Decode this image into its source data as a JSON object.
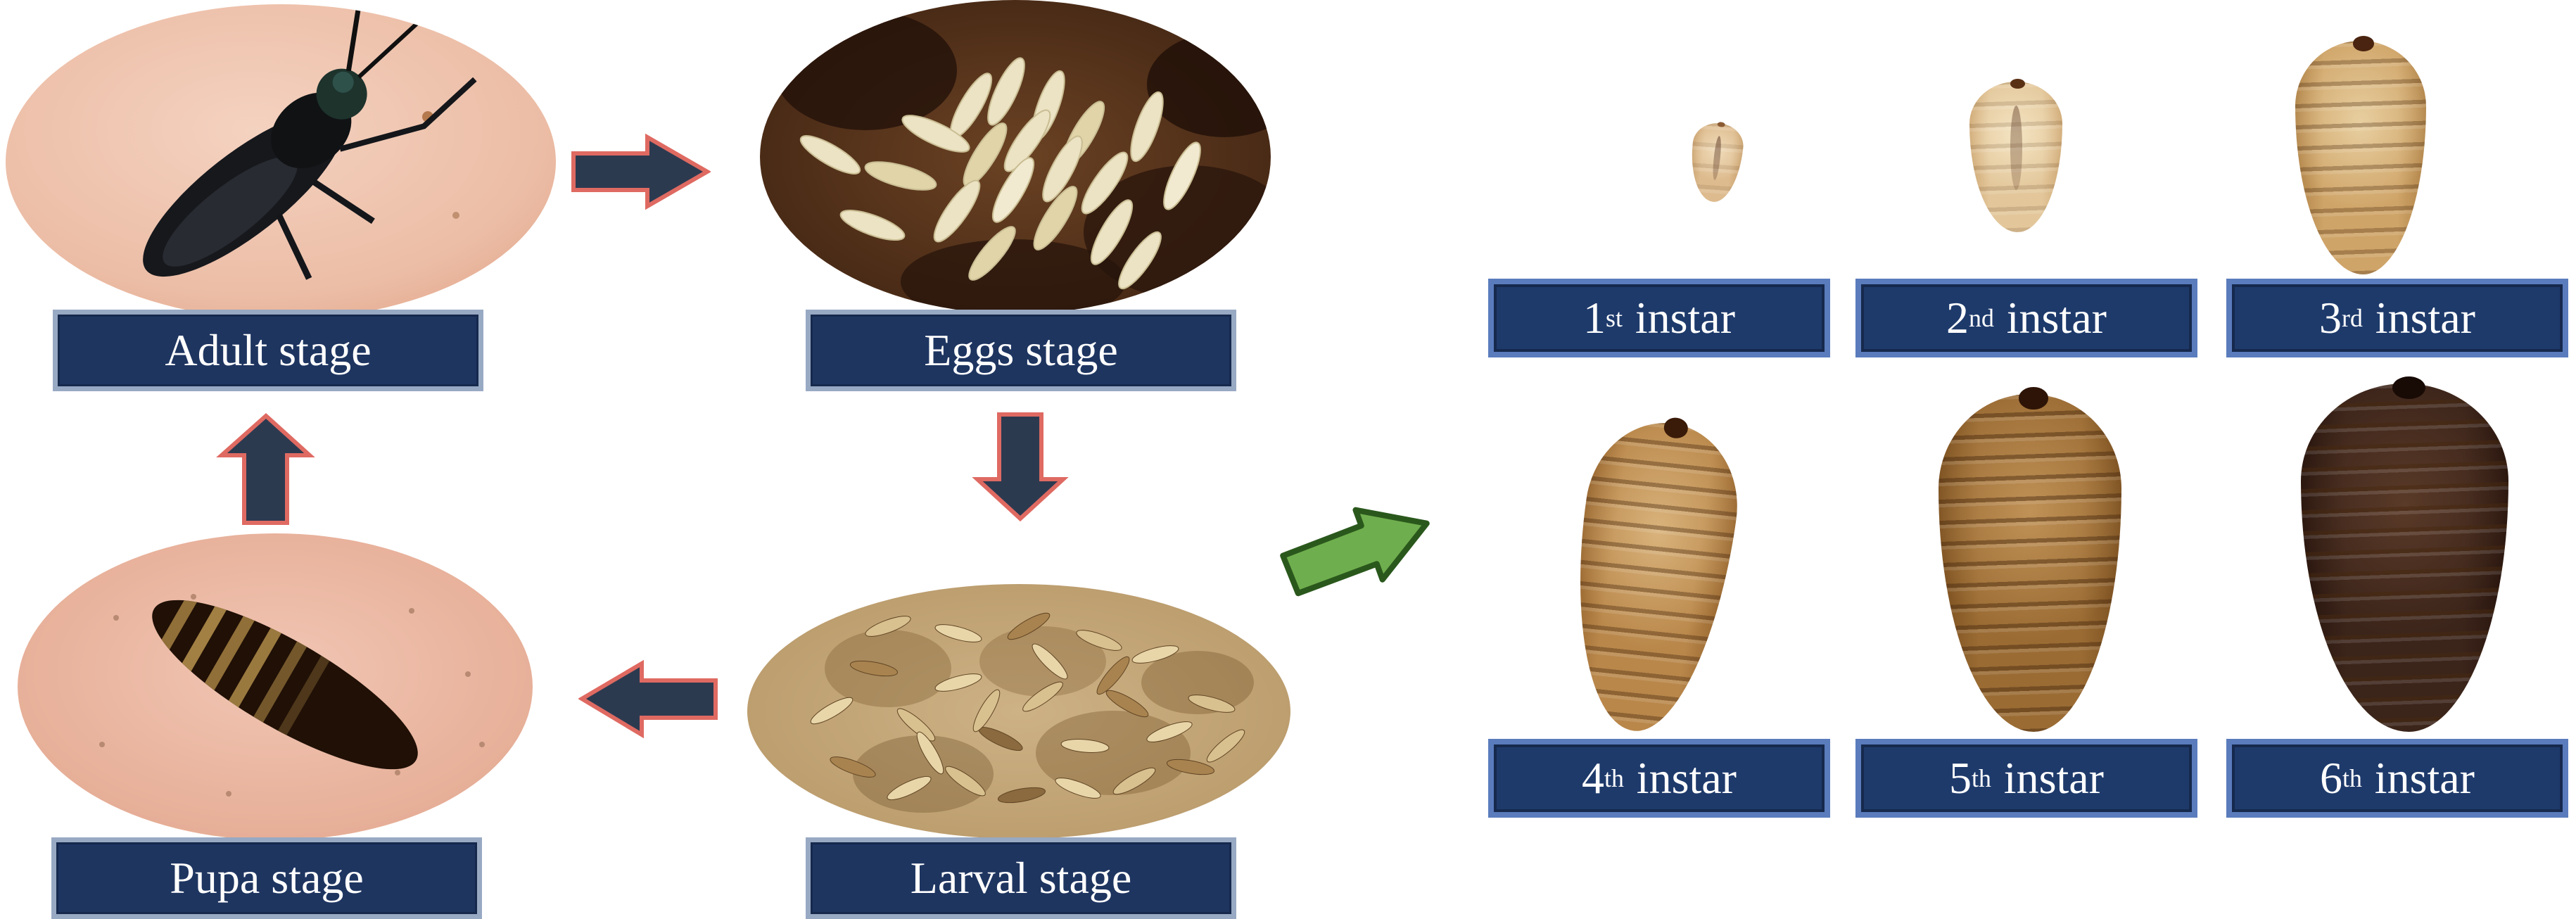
{
  "cycle": {
    "stages": [
      {
        "label": "Adult stage"
      },
      {
        "label": "Eggs stage"
      },
      {
        "label": "Larval stage"
      },
      {
        "label": "Pupa stage"
      }
    ]
  },
  "instars": [
    {
      "num": "1",
      "suffix": "st",
      "word": "instar"
    },
    {
      "num": "2",
      "suffix": "nd",
      "word": "instar"
    },
    {
      "num": "3",
      "suffix": "rd",
      "word": "instar"
    },
    {
      "num": "4",
      "suffix": "th",
      "word": "instar"
    },
    {
      "num": "5",
      "suffix": "th",
      "word": "instar"
    },
    {
      "num": "6",
      "suffix": "th",
      "word": "instar"
    }
  ],
  "colors": {
    "label_fill": "#1e3560",
    "cycle_label_border": "#98a9c3",
    "instar_label_border": "#5a7cbd",
    "label_text": "#ffffff",
    "cycle_arrow_fill": "#2c3a50",
    "cycle_arrow_outline": "#df6a62",
    "green_arrow_fill": "#6fae4e",
    "green_arrow_outline": "#2a581c"
  }
}
